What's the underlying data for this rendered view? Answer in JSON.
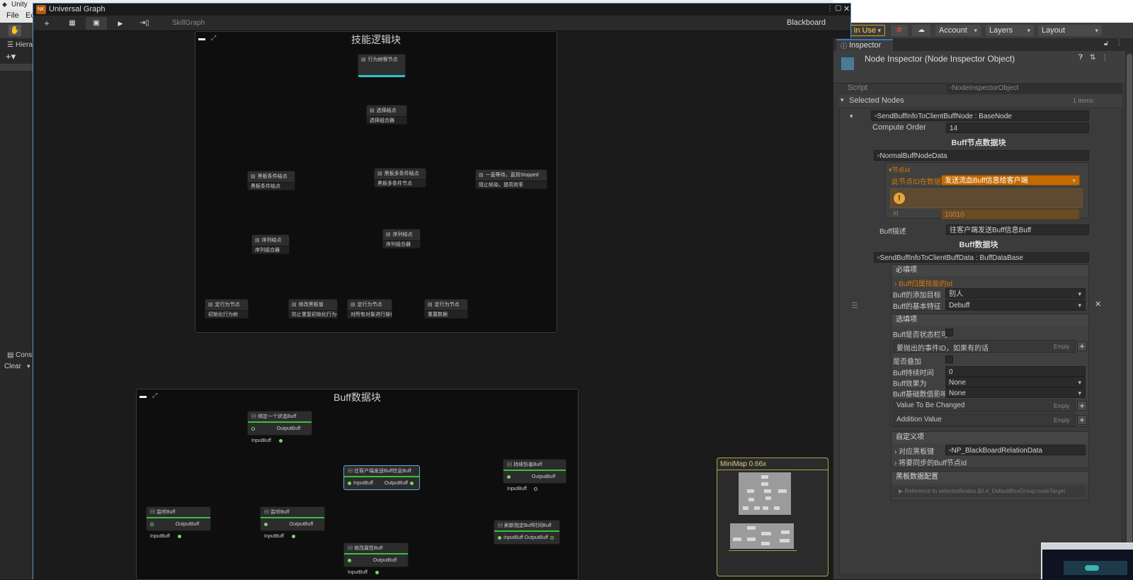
{
  "top": {
    "unity_title": "Unity",
    "menu": [
      "File",
      "Ec"
    ],
    "hierarchy_tab": "Hiera",
    "console_tab": "Cons",
    "console_clear": "Clear",
    "packages_dropdown": "ages in Use",
    "account": "Account",
    "layers": "Layers",
    "layout": "Layout"
  },
  "graph_window": {
    "title": "Universal Graph",
    "breadcrumb": "SkillGraph",
    "blackboard_button": "Blackboard",
    "minimize_glyph": "▬"
  },
  "skill_group": {
    "title": "技能逻辑块",
    "nodes": [
      {
        "name": "behavior-tree-root-node",
        "title": "行为树根节点",
        "body": ""
      },
      {
        "name": "selector-node",
        "title": "选择结点",
        "body": "选择组合器"
      },
      {
        "name": "blackboard-condition-node-1",
        "title": "黑板条件结点",
        "body": "黑板条件结点"
      },
      {
        "name": "blackboard-multi-condition-node",
        "title": "黑板多条件结点",
        "body": "黑板多条件节点"
      },
      {
        "name": "wait-until-stopped-node",
        "title": "一直等待，直到Stopped",
        "body": "阻止帧染，提高效率"
      },
      {
        "name": "sequence-node-1",
        "title": "序列结点",
        "body": "序列组合器"
      },
      {
        "name": "sequence-node-2",
        "title": "序列结点",
        "body": "序列组合器"
      },
      {
        "name": "action-node-init",
        "title": "定行为节点",
        "body": "初始化行为树"
      },
      {
        "name": "modify-blackboard-node",
        "title": "修改黑板值",
        "body": "防止重复初始化行为树"
      },
      {
        "name": "action-node-targets",
        "title": "定行为节点",
        "body": "对所有对象进行操作"
      },
      {
        "name": "action-node-reset",
        "title": "定行为节点",
        "body": "重置数据"
      }
    ]
  },
  "buff_group": {
    "title": "Buff数据块",
    "input_label": "InputBuff",
    "output_label": "OutputBuff",
    "nodes": [
      {
        "name": "bind-state-buff-node",
        "title": "绑定一个状态Buff"
      },
      {
        "name": "send-buff-info-node",
        "title": "往客户端发送Buff信息Buff"
      },
      {
        "name": "continuous-damage-buff-node",
        "title": "持续伤害Buff"
      },
      {
        "name": "listen-buff-node-1",
        "title": "监听Buff"
      },
      {
        "name": "listen-buff-node-2",
        "title": "监听Buff"
      },
      {
        "name": "refresh-buff-time-node",
        "title": "刷新指定Buff时间Buff"
      },
      {
        "name": "modify-attribute-buff-node",
        "title": "修改属性Buff"
      }
    ]
  },
  "minimap": {
    "label": "MiniMap",
    "zoom": "0.66x"
  },
  "inspector": {
    "tab": "Inspector",
    "object_title": "Node Inspector (Node Inspector Object)",
    "script_label": "Script",
    "script_value": "NodeInspectorObject",
    "selected_nodes_label": "Selected Nodes",
    "selected_nodes_count": "1 items",
    "element_value": "SendBuffInfoToClientBuffNode : BaseNode",
    "compute_order_label": "Compute Order",
    "compute_order_value": "14",
    "buff_node_data_header": "Buff节点数据块",
    "normal_buff_node_data": "NormalBuffNodeData",
    "node_id_header": "节点Id",
    "node_id_label": "此节点ID在数据仓",
    "node_id_value": "发送流血Buff信息给客户端",
    "warning_text": "",
    "id_label": "Id",
    "id_value": "10010",
    "buff_desc_label": "Buff描述",
    "buff_desc_value": "往客户端发送Buff信息Buff",
    "buff_data_header": "Buff数据块",
    "buff_data_type": "SendBuffInfoToClientBuffData : BuffDataBase",
    "required_header": "必填项",
    "buff_skill_id": "Buff归属技能的Id",
    "buff_target_label": "Buff的添加目标",
    "buff_target_value": "别人",
    "buff_feature_label": "Buff的基本特征",
    "buff_feature_value": "Debuff",
    "optional_header": "选填项",
    "status_bar_label": "Buff是否状态栏可",
    "event_id_label": "要抛出的事件ID，如果有的话",
    "empty_label": "Empty",
    "stackable_label": "是否叠加",
    "duration_label": "Buff持续时间",
    "duration_value": "0",
    "effect_label": "Buff效果为",
    "effect_value": "None",
    "base_value_label": "Buff基础数值影响",
    "base_value_value": "None",
    "value_to_change_label": "Value To Be Changed",
    "addition_value_label": "Addition Value",
    "custom_header": "自定义项",
    "blackboard_key_label": "对应黑板键",
    "blackboard_key_value": "NP_BlackBoardRelationData",
    "sync_buff_label": "将要同步的Buff节点Id",
    "blackboard_config_header": "黑板数据配置",
    "reference_text": "Reference to selectedNodes.$0.#_DefaultBoxGroup.nodeTarget"
  },
  "colors": {
    "accent_blue": "#5d8fd0",
    "edge_orange": "#d5763b",
    "edge_green": "#6fb84a",
    "highlight_orange": "#d97a00",
    "warning_yellow": "#e8a33b"
  }
}
